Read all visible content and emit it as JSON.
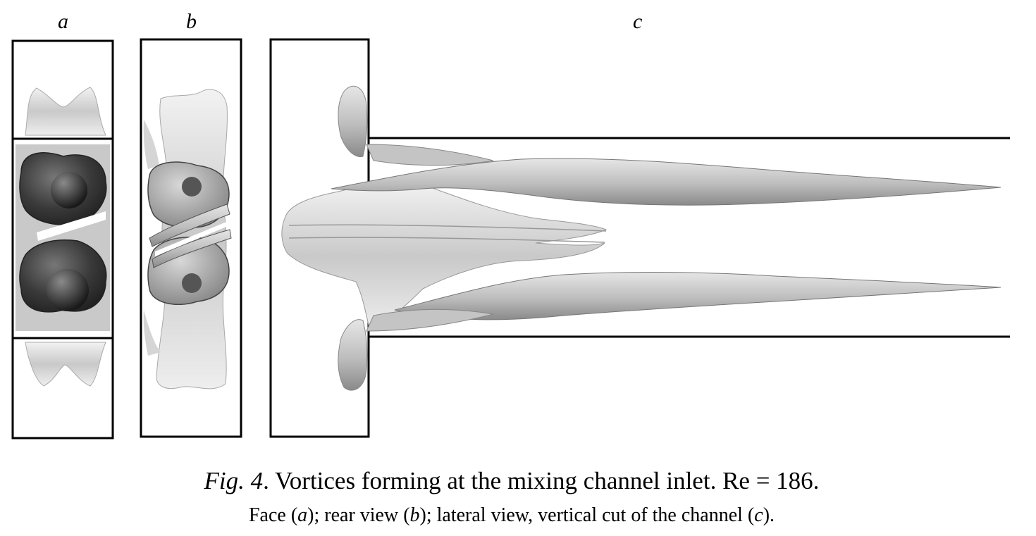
{
  "figure": {
    "panel_labels": {
      "a": "a",
      "b": "b",
      "c": "c"
    },
    "caption": {
      "fig_label": "Fig. 4",
      "title_text": ". Vortices forming at the mixing channel inlet. Re = 186.",
      "line2": {
        "part1": "Face (",
        "a": "a",
        "part2": "); rear view (",
        "b": "b",
        "part3": "); lateral view, vertical cut of the channel (",
        "c": "c",
        "part4": ")."
      }
    }
  }
}
